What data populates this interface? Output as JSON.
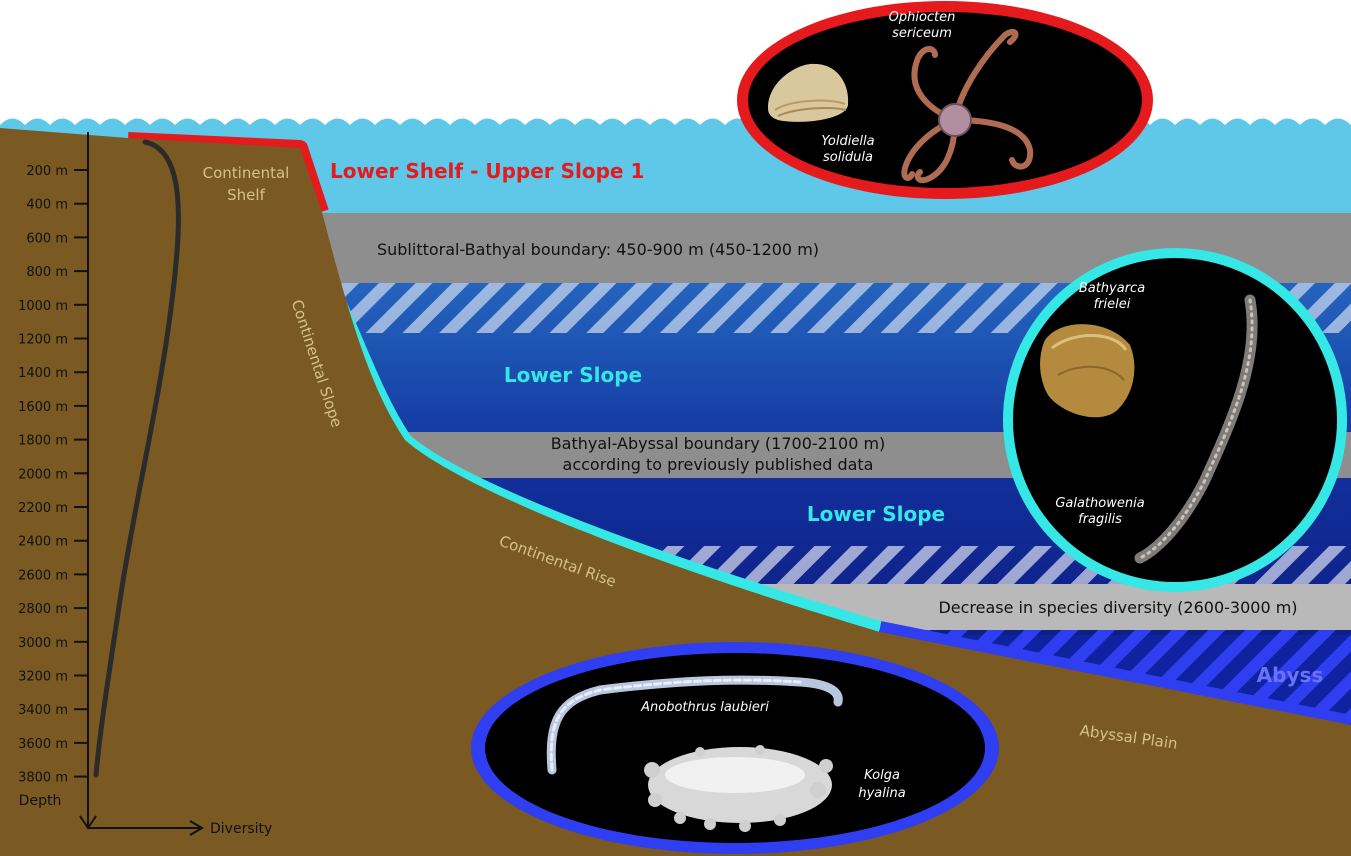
{
  "depth_axis": {
    "ticks": [
      "200 m",
      "400 m",
      "600 m",
      "800 m",
      "1000 m",
      "1200 m",
      "1400 m",
      "1600 m",
      "1800 m",
      "2000 m",
      "2200 m",
      "2400 m",
      "2600 m",
      "2800 m",
      "3000 m",
      "3200 m",
      "3400 m",
      "3600 m",
      "3800 m"
    ],
    "y_label": "Depth",
    "x_label": "Diversity"
  },
  "seafloor_labels": {
    "shelf": [
      "Continental",
      "Shelf"
    ],
    "slope": "Continental Slope",
    "rise": "Continental Rise",
    "plain": "Abyssal Plain"
  },
  "zones": {
    "upper": "Lower Shelf - Upper Slope 1",
    "sublittoral_bathyal": "Sublittoral-Bathyal boundary: 450-900 m (450-1200 m)",
    "lower_slope_1": "Lower Slope",
    "bathyal_abyssal": [
      "Bathyal-Abyssal boundary (1700-2100 m)",
      "according to previously published data"
    ],
    "lower_slope_2": "Lower Slope",
    "diversity_decrease": "Decrease in species diversity (2600-3000 m)",
    "abyss": "Abyss"
  },
  "species": {
    "shelf_group": [
      [
        "Yoldiella",
        "solidula"
      ],
      [
        "Ophiocten",
        "sericeum"
      ]
    ],
    "slope_group": [
      [
        "Bathyarca",
        "frielei"
      ],
      [
        "Galathowenia",
        "fragilis"
      ]
    ],
    "abyss_group": [
      [
        "Anobothrus laubieri"
      ],
      [
        "Kolga",
        "hyalina"
      ]
    ]
  },
  "colors": {
    "shelf_zone": "#e41a1c",
    "slope_zone": "#35e8e6",
    "abyss_zone": "#2f3ef0",
    "sediment": "#7a5a22",
    "sea": "#5fc7e8",
    "boundary_band": "#8e8e8e"
  }
}
